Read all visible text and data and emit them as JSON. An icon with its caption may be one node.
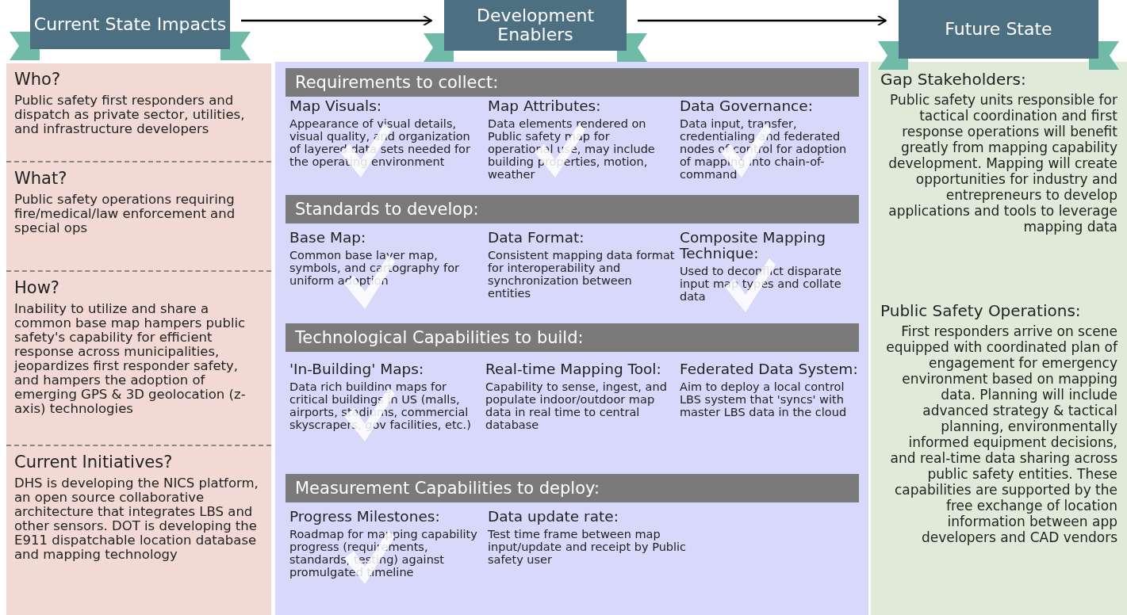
{
  "diagram": {
    "nodes": [
      {
        "text": [
          "Current State Impacts"
        ]
      },
      {
        "text": [],
        "shape": "box"
      },
      {
        "text": [
          "Who?",
          "Public safety first responders and dispatch as private sector, utilities, and infrastructure developers"
        ],
        "in": 1
      },
      {
        "text": [
          "What?",
          "Public safety operations requiring fire/medical/law enforcement and special ops"
        ],
        "in": 1
      },
      {
        "text": [
          "How?",
          "Inability to utilize and share a common base map hampers public safety's capability for efficient response across municipalities, jeopardizes first responder safety, and hampers the adoption of emerging GPS & 3D geolocation (z-axis) technologies"
        ],
        "in": 1
      },
      {
        "text": [
          "Current Initiatives?",
          "DHS is developing the NICS platform, an open source collaborative architecture that integrates LBS and other sensors. DOT is developing the E911 dispatchable location database and mapping technology"
        ],
        "in": 1
      },
      {
        "text": [
          "Development Enablers"
        ]
      },
      {
        "text": [],
        "shape": "box"
      },
      {
        "text": [
          "Requirements to collect:"
        ],
        "in": 7
      },
      {
        "text": [
          "Map Visuals:",
          "Appearance of visual details, visual quality, and organization of layered data sets needed for the operating environment"
        ],
        "in": 7
      },
      {
        "text": [
          "Map Attributes:",
          "Data elements rendered on Public safety map for operational use, may include building properties, motion, weather"
        ],
        "in": 7
      },
      {
        "text": [
          "Data Governance:",
          "Data input, transfer, credentialing and federated nodes of control for adoption of mapping into chain-of-command"
        ],
        "in": 7
      },
      {
        "text": [
          "Standards to develop:"
        ],
        "in": 7
      },
      {
        "text": [
          "Base Map:",
          "Common base layer map, symbols, and cartography for uniform adoption"
        ],
        "in": 7
      },
      {
        "text": [
          "Data Format:",
          "Consistent mapping data format for interoperability and synchronization between entities"
        ],
        "in": 7
      },
      {
        "text": [
          "Composite Mapping Technique:",
          "Used to deconflict disparate input map types and collate data"
        ],
        "in": 7
      },
      {
        "text": [
          "Technological Capabilities to build:"
        ],
        "in": 7
      },
      {
        "text": [
          "'In-Building' Maps:",
          "Data rich building maps for critical buildings in US (malls, airports, stadiums, commercial skyscrapers, gov facilities, etc.)"
        ],
        "in": 7
      },
      {
        "text": [
          "Real-time Mapping Tool:",
          "Capability to sense, ingest, and populate indoor/outdoor map data in real time to central database"
        ],
        "in": 7
      },
      {
        "text": [
          "Federated Data System:",
          "Aim to deploy a local control LBS system that 'syncs' with master LBS data in the cloud"
        ],
        "in": 7
      },
      {
        "text": [
          "Measurement Capabilities to deploy:"
        ],
        "in": 7
      },
      {
        "text": [
          "Progress Milestones:",
          "Roadmap for mapping capability progress (requirements, standards, testing) against promulgated timeline"
        ],
        "in": 7
      },
      {
        "text": [
          "Data update rate:",
          "Test time frame between map input/update and receipt by Public safety user"
        ],
        "in": 7
      },
      {
        "text": [
          "Future State"
        ]
      },
      {
        "text": [],
        "shape": "box"
      },
      {
        "text": [
          "Gap Stakeholders:",
          "Public safety units responsible for tactical coordination and first response operations will benefit greatly from mapping capability development. Mapping will create opportunities for industry and entrepreneurs to develop applications and tools to leverage mapping data"
        ],
        "in": 24
      },
      {
        "text": [
          "Public Safety Operations:",
          "First responders arrive on scene equipped with coordinated plan of engagement for emergency environment based on mapping data. Planning will include advanced strategy & tactical planning, environmentally informed equipment decisions, and real-time data sharing across public safety entities. These capabilities are supported by the free exchange of location information between app developers and CAD vendors"
        ],
        "in": 24
      }
    ],
    "edges": [
      {
        "from": 0,
        "to": 6,
        "arrow": "to"
      },
      {
        "from": 6,
        "to": 23,
        "arrow": "to"
      }
    ]
  }
}
